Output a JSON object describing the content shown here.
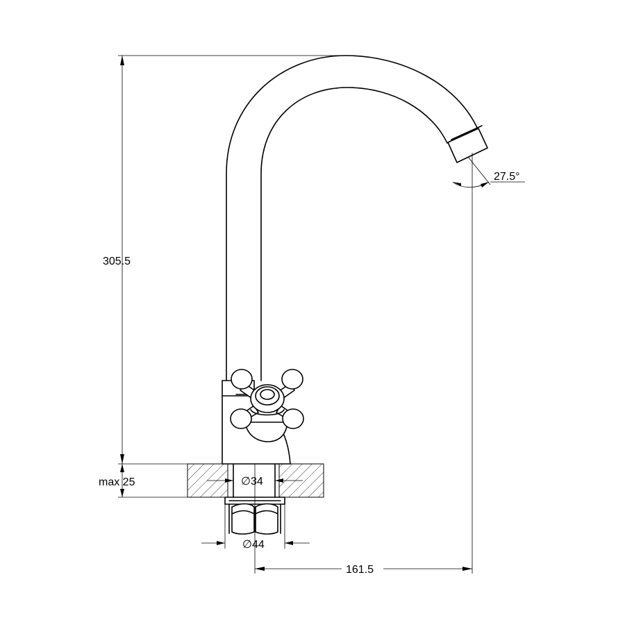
{
  "dimensions": {
    "total_height": "305.5",
    "max_thickness": "max 25",
    "pipe_diameter": "∅34",
    "nut_diameter": "∅44",
    "spout_reach": "161.5",
    "spout_angle": "27.5°"
  }
}
